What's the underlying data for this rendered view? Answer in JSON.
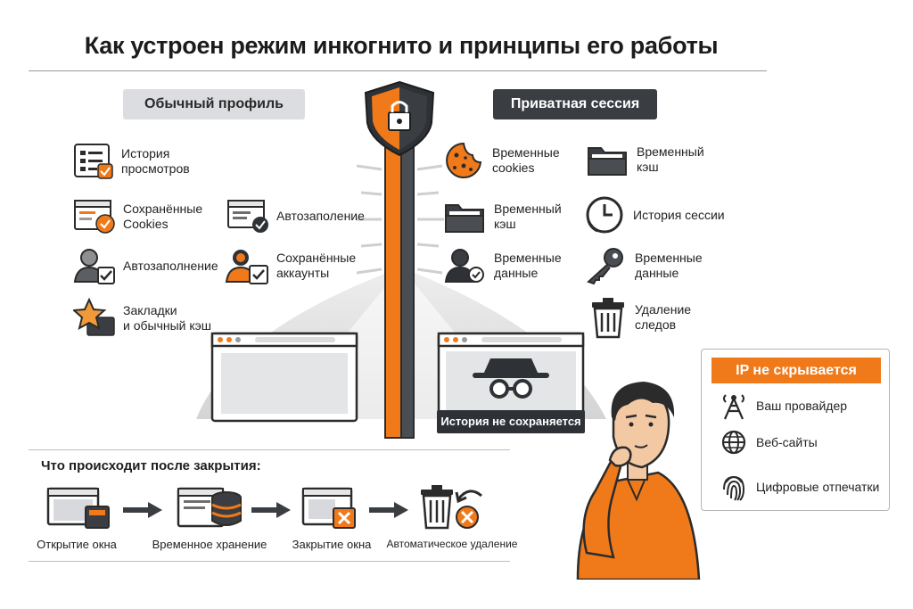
{
  "title": "Как устроен режим инкогнито и принципы его работы",
  "normal_profile": {
    "label": "Обычный профиль",
    "items": [
      {
        "label": "История\nпросмотров",
        "icon": "history-list-icon"
      },
      {
        "label": "Сохранённые\nCookies",
        "icon": "cookies-window-icon"
      },
      {
        "label": "Автозаполение",
        "icon": "autofill-window-icon"
      },
      {
        "label": "Автозаполнение",
        "icon": "user-check-icon"
      },
      {
        "label": "Сохранённые\nаккаунты",
        "icon": "account-check-icon"
      },
      {
        "label": "Закладки\nи обычный кэш",
        "icon": "star-bookmark-icon"
      }
    ]
  },
  "private_session": {
    "label": "Приватная сессия",
    "items": [
      {
        "label": "Временные\ncookies",
        "icon": "cookie-icon"
      },
      {
        "label": "Временный\nкэш",
        "icon": "folder-icon"
      },
      {
        "label": "Временный\nкэш",
        "icon": "folder-icon"
      },
      {
        "label": "История сессии",
        "icon": "clock-icon"
      },
      {
        "label": "Временные\nданные",
        "icon": "user-check-icon"
      },
      {
        "label": "Временные\nданные",
        "icon": "key-icon"
      },
      {
        "label": "Удаление\nследов",
        "icon": "trash-icon"
      }
    ],
    "history_banner": "История не сохраняется"
  },
  "ip_box": {
    "heading": "IP не скрывается",
    "rows": [
      {
        "label": "Ваш провайдер",
        "icon": "antenna-icon"
      },
      {
        "label": "Веб-сайты",
        "icon": "globe-icon"
      },
      {
        "label": "Цифровые отпечатки",
        "icon": "fingerprint-icon"
      }
    ]
  },
  "after_close": {
    "title": "Что происходит после закрытия:",
    "steps": [
      {
        "label": "Открытие окна",
        "icon": "window-open-icon"
      },
      {
        "label": "Временное хранение",
        "icon": "database-window-icon"
      },
      {
        "label": "Закрытие окна",
        "icon": "window-close-icon"
      },
      {
        "label": "Автоматическое удаление",
        "icon": "trash-undo-icon"
      }
    ]
  },
  "colors": {
    "accent": "#f07a1a",
    "dark": "#2e3136",
    "gray": "#dcdde0"
  }
}
